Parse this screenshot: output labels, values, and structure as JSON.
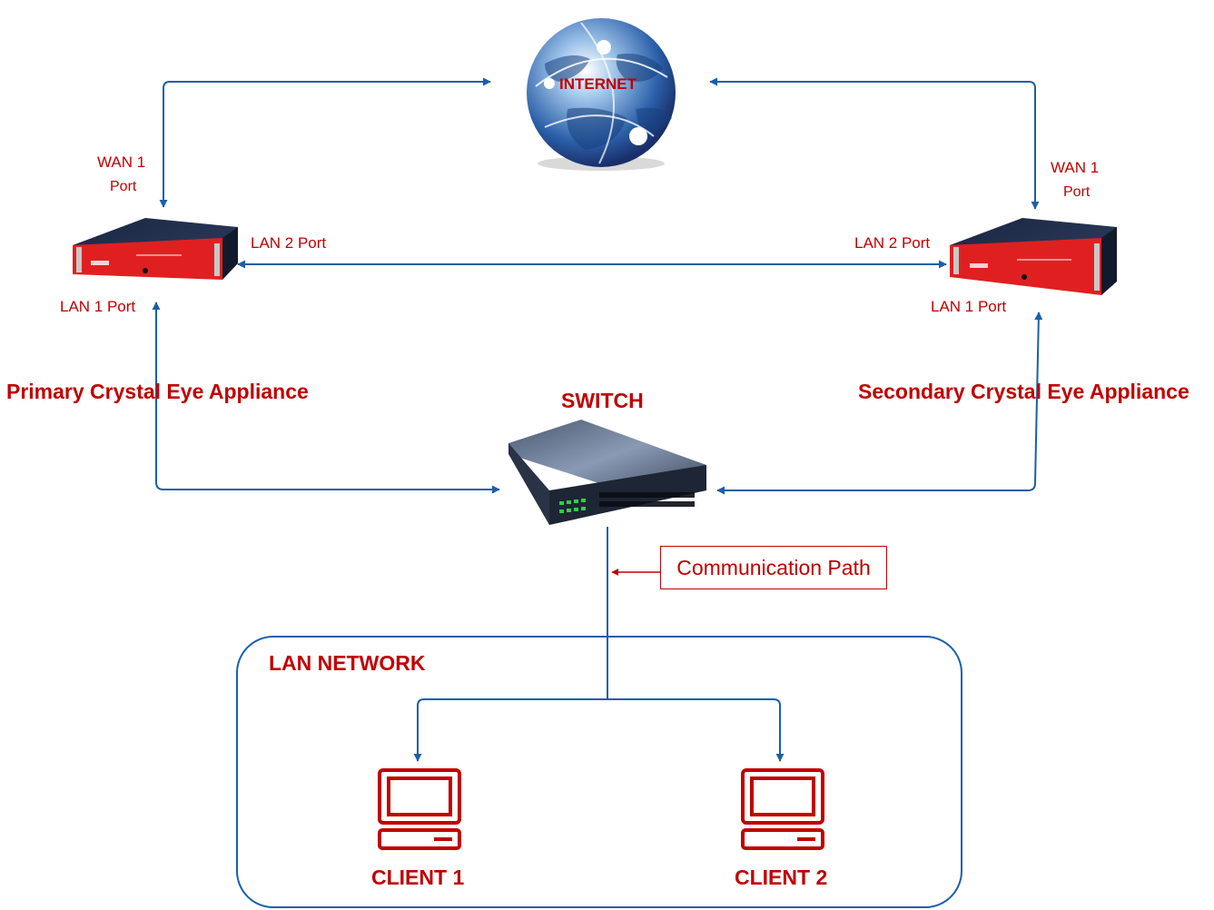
{
  "internet": {
    "label": "INTERNET"
  },
  "primary": {
    "wan_label": "WAN 1",
    "wan_port": "Port",
    "lan2": "LAN 2 Port",
    "lan1": "LAN 1 Port",
    "name": "Primary Crystal Eye Appliance"
  },
  "secondary": {
    "wan_label": "WAN 1",
    "wan_port": "Port",
    "lan2": "LAN 2 Port",
    "lan1": "LAN 1 Port",
    "name": "Secondary Crystal Eye Appliance"
  },
  "switch": {
    "label": "SWITCH"
  },
  "legend": {
    "communication_path": "Communication Path"
  },
  "lan_network": {
    "title": "LAN NETWORK",
    "client1": "CLIENT 1",
    "client2": "CLIENT 2"
  },
  "colors": {
    "link": "#1a5fa8",
    "accent": "#c00000",
    "appliance": "#e02020"
  }
}
